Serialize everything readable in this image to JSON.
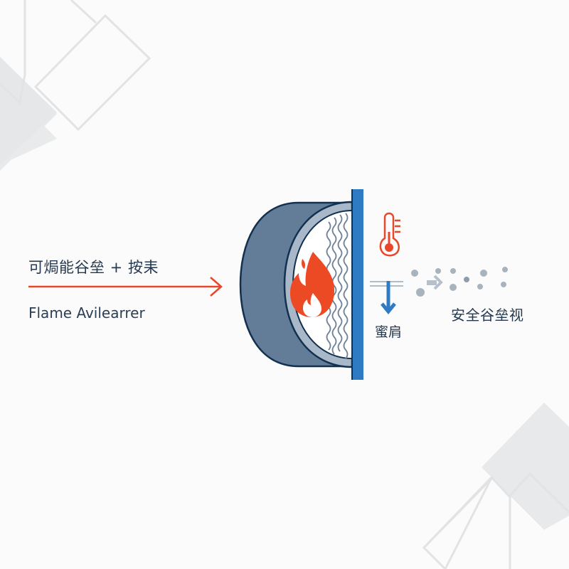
{
  "diagram": {
    "type": "fire-collar illustration",
    "left_labels": {
      "chinese": "可焗能谷垒 + 按耒",
      "english": "Flame Avilearrer"
    },
    "cold_label": "蜜肩",
    "safe_label": "安全谷垒视",
    "icons": {
      "flame": "flame-icon",
      "thermometer": "thermometer-icon",
      "down_arrow": "arrow-down-icon",
      "right_arrow": "arrow-right-icon",
      "smoke_particles": "particles-icon"
    },
    "colors": {
      "background": "#fbfbfb",
      "arrow_red": "#e8472a",
      "flame_red": "#ec4a24",
      "wall_blue": "#2e7bc4",
      "pipe_body": "#637d99",
      "pipe_outline": "#12304f",
      "pipe_rim": "#a8b8c8",
      "wave_lines": "#6f8297",
      "particles": "#a9b3be",
      "text": "#24384f",
      "deco_shapes": "#e6e7e8"
    }
  }
}
